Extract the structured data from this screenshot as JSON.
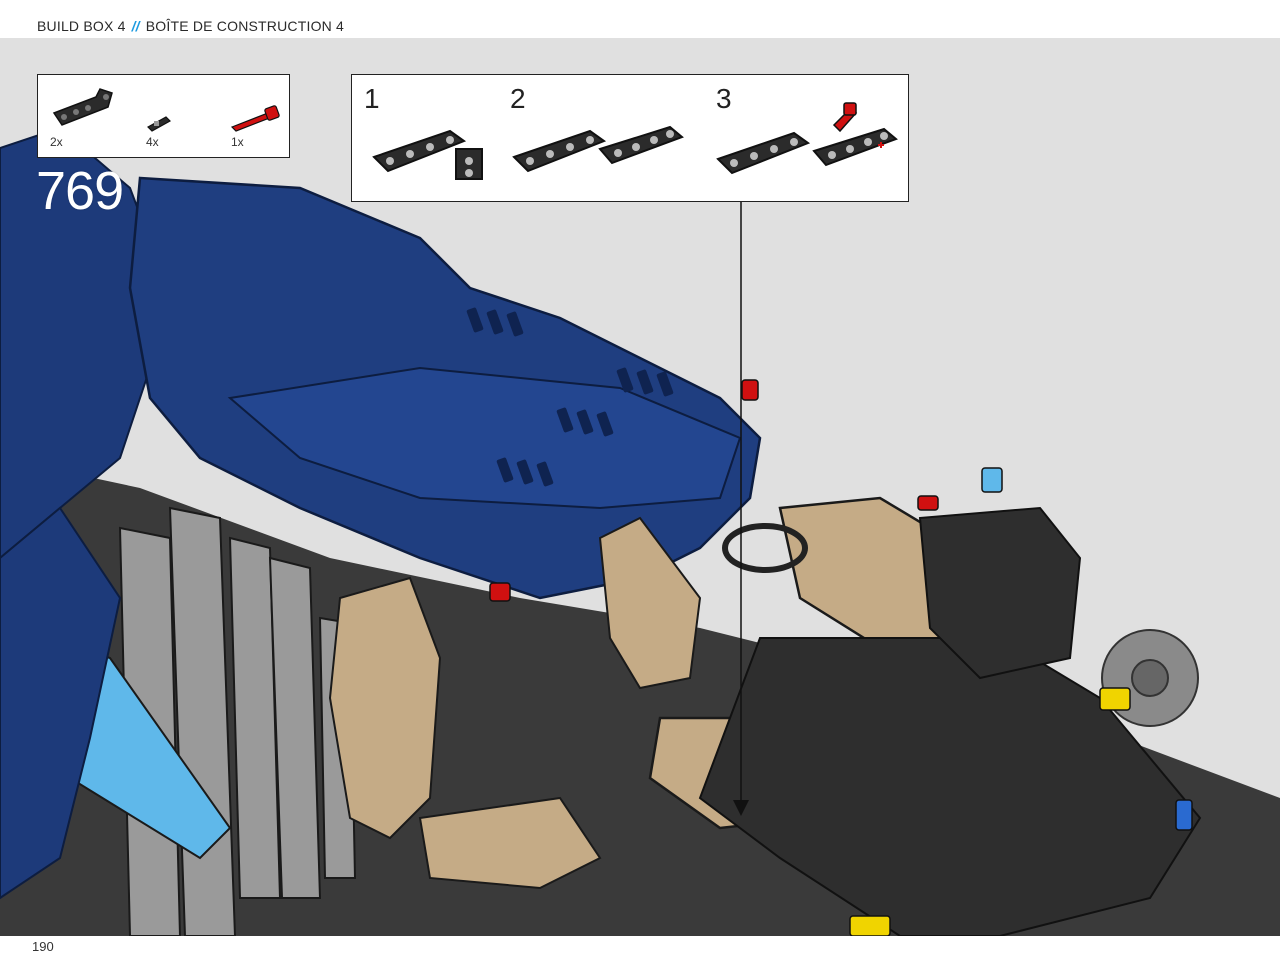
{
  "header": {
    "build_box_en": "BUILD BOX 4",
    "separator": "//",
    "build_box_fr": "BOÎTE DE CONSTRUCTION 4"
  },
  "parts_list": {
    "items": [
      {
        "name": "black-liftarm-bent",
        "qty": "2x",
        "color": "#2b2b2b"
      },
      {
        "name": "black-axle-connector",
        "qty": "4x",
        "color": "#2b2b2b"
      },
      {
        "name": "red-axle-pin",
        "qty": "1x",
        "color": "#d01010"
      }
    ]
  },
  "step": {
    "number": "769"
  },
  "sub_assembly": {
    "steps": [
      {
        "label": "1"
      },
      {
        "label": "2"
      },
      {
        "label": "3"
      }
    ]
  },
  "footer": {
    "page_number": "190"
  },
  "colors": {
    "background": "#e0e0e0",
    "body_blue": "#1d3a7a",
    "accent_blue": "#1e9be0",
    "light_blue": "#5fb8ea",
    "tan": "#c5ab86",
    "black_part": "#2b2b2b",
    "gray_part": "#a9a9a9",
    "red_part": "#d01010",
    "yellow_part": "#f0d400"
  }
}
